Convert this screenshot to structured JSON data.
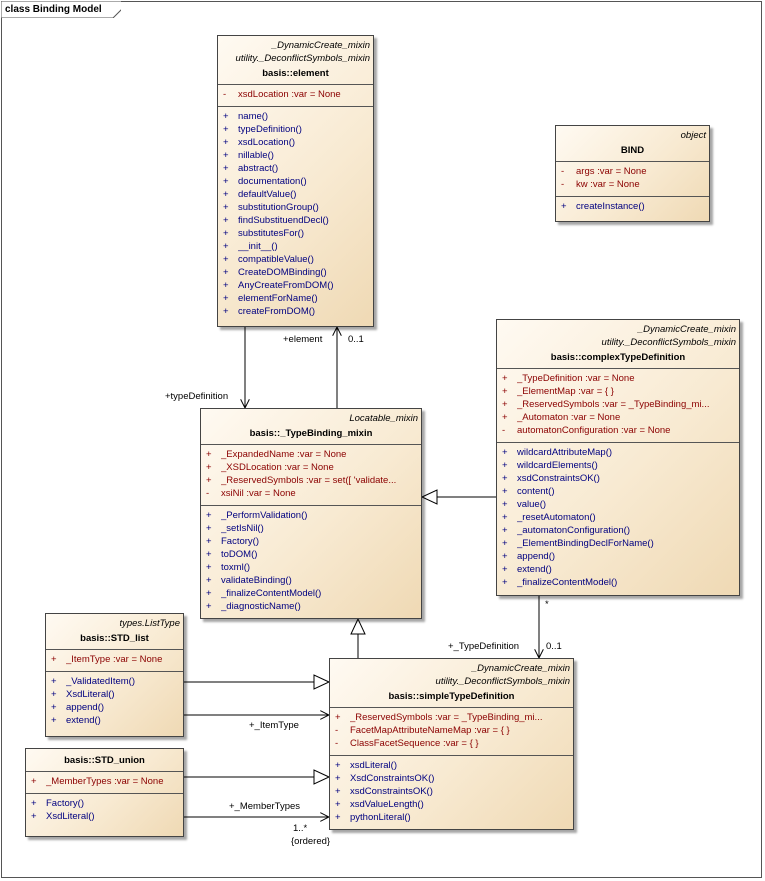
{
  "frame_title": "class Binding Model",
  "classes": {
    "element": {
      "stereotypes": [
        "_DynamicCreate_mixin",
        "utility._DeconflictSymbols_mixin"
      ],
      "name": "basis::element",
      "attributes": [
        {
          "vis": "-",
          "text": "xsdLocation  :var = None"
        }
      ],
      "operations": [
        {
          "vis": "+",
          "text": "name()"
        },
        {
          "vis": "+",
          "text": "typeDefinition()"
        },
        {
          "vis": "+",
          "text": "xsdLocation()"
        },
        {
          "vis": "+",
          "text": "nillable()"
        },
        {
          "vis": "+",
          "text": "abstract()"
        },
        {
          "vis": "+",
          "text": "documentation()"
        },
        {
          "vis": "+",
          "text": "defaultValue()"
        },
        {
          "vis": "+",
          "text": "substitutionGroup()"
        },
        {
          "vis": "+",
          "text": "findSubstituendDecl()"
        },
        {
          "vis": "+",
          "text": "substitutesFor()"
        },
        {
          "vis": "+",
          "text": "__init__()"
        },
        {
          "vis": "+",
          "text": "compatibleValue()"
        },
        {
          "vis": "+",
          "text": "CreateDOMBinding()"
        },
        {
          "vis": "+",
          "text": "AnyCreateFromDOM()"
        },
        {
          "vis": "+",
          "text": "elementForName()"
        },
        {
          "vis": "+",
          "text": "createFromDOM()"
        }
      ]
    },
    "bind": {
      "stereotypes": [
        "object"
      ],
      "name": "BIND",
      "attributes": [
        {
          "vis": "-",
          "text": "args  :var = None"
        },
        {
          "vis": "-",
          "text": "kw  :var = None"
        }
      ],
      "operations": [
        {
          "vis": "+",
          "text": "createInstance()"
        }
      ]
    },
    "complex": {
      "stereotypes": [
        "_DynamicCreate_mixin",
        "utility._DeconflictSymbols_mixin"
      ],
      "name": "basis::complexTypeDefinition",
      "attributes": [
        {
          "vis": "+",
          "text": "_TypeDefinition  :var = None"
        },
        {
          "vis": "+",
          "text": "_ElementMap  :var = { }"
        },
        {
          "vis": "+",
          "text": "_ReservedSymbols  :var = _TypeBinding_mi..."
        },
        {
          "vis": "+",
          "text": "_Automaton  :var = None"
        },
        {
          "vis": "-",
          "text": "automatonConfiguration  :var = None"
        }
      ],
      "operations": [
        {
          "vis": "+",
          "text": "wildcardAttributeMap()"
        },
        {
          "vis": "+",
          "text": "wildcardElements()"
        },
        {
          "vis": "+",
          "text": "xsdConstraintsOK()"
        },
        {
          "vis": "+",
          "text": "content()"
        },
        {
          "vis": "+",
          "text": "value()"
        },
        {
          "vis": "+",
          "text": "_resetAutomaton()"
        },
        {
          "vis": "+",
          "text": "_automatonConfiguration()"
        },
        {
          "vis": "+",
          "text": "_ElementBindingDeclForName()"
        },
        {
          "vis": "+",
          "text": "append()"
        },
        {
          "vis": "+",
          "text": "extend()"
        },
        {
          "vis": "+",
          "text": "_finalizeContentModel()"
        }
      ]
    },
    "typebinding": {
      "stereotypes": [
        "Locatable_mixin"
      ],
      "name": "basis::_TypeBinding_mixin",
      "attributes": [
        {
          "vis": "+",
          "text": "_ExpandedName  :var = None"
        },
        {
          "vis": "+",
          "text": "_XSDLocation  :var = None"
        },
        {
          "vis": "+",
          "text": "_ReservedSymbols  :var = set([ 'validate..."
        },
        {
          "vis": "-",
          "text": "xsiNil  :var = None"
        }
      ],
      "operations": [
        {
          "vis": "+",
          "text": "_PerformValidation()"
        },
        {
          "vis": "+",
          "text": "_setIsNil()"
        },
        {
          "vis": "+",
          "text": "Factory()"
        },
        {
          "vis": "+",
          "text": "toDOM()"
        },
        {
          "vis": "+",
          "text": "toxml()"
        },
        {
          "vis": "+",
          "text": "validateBinding()"
        },
        {
          "vis": "+",
          "text": "_finalizeContentModel()"
        },
        {
          "vis": "+",
          "text": "_diagnosticName()"
        }
      ]
    },
    "stdlist": {
      "stereotypes": [
        "types.ListType"
      ],
      "name": "basis::STD_list",
      "attributes": [
        {
          "vis": "+",
          "text": "_ItemType  :var = None"
        }
      ],
      "operations": [
        {
          "vis": "+",
          "text": "_ValidatedItem()"
        },
        {
          "vis": "+",
          "text": "XsdLiteral()"
        },
        {
          "vis": "+",
          "text": "append()"
        },
        {
          "vis": "+",
          "text": "extend()"
        }
      ]
    },
    "stdunion": {
      "stereotypes": [],
      "name": "basis::STD_union",
      "attributes": [
        {
          "vis": "+",
          "text": "_MemberTypes  :var = None"
        }
      ],
      "operations": [
        {
          "vis": "+",
          "text": "Factory()"
        },
        {
          "vis": "+",
          "text": "XsdLiteral()"
        }
      ]
    },
    "simple": {
      "stereotypes": [
        "_DynamicCreate_mixin",
        "utility._DeconflictSymbols_mixin"
      ],
      "name": "basis::simpleTypeDefinition",
      "attributes": [
        {
          "vis": "+",
          "text": "_ReservedSymbols  :var = _TypeBinding_mi..."
        },
        {
          "vis": "-",
          "text": "FacetMapAttributeNameMap  :var = { }"
        },
        {
          "vis": "-",
          "text": "ClassFacetSequence  :var = { }"
        }
      ],
      "operations": [
        {
          "vis": "+",
          "text": "xsdLiteral()"
        },
        {
          "vis": "+",
          "text": "XsdConstraintsOK()"
        },
        {
          "vis": "+",
          "text": "xsdConstraintsOK()"
        },
        {
          "vis": "+",
          "text": "xsdValueLength()"
        },
        {
          "vis": "+",
          "text": "pythonLiteral()"
        }
      ]
    }
  },
  "relations": {
    "element_role": "+element",
    "element_multiplicity": "0..1",
    "typedef_role": "+typeDefinition",
    "simple_typedef_role": "+_TypeDefinition",
    "simple_typedef_multiplicity": "0..1",
    "complex_multiplicity": "*",
    "itemtype_role": "+_ItemType",
    "membertypes_role": "+_MemberTypes",
    "membertypes_multiplicity": "1..*",
    "membertypes_constraint": "{ordered}"
  }
}
